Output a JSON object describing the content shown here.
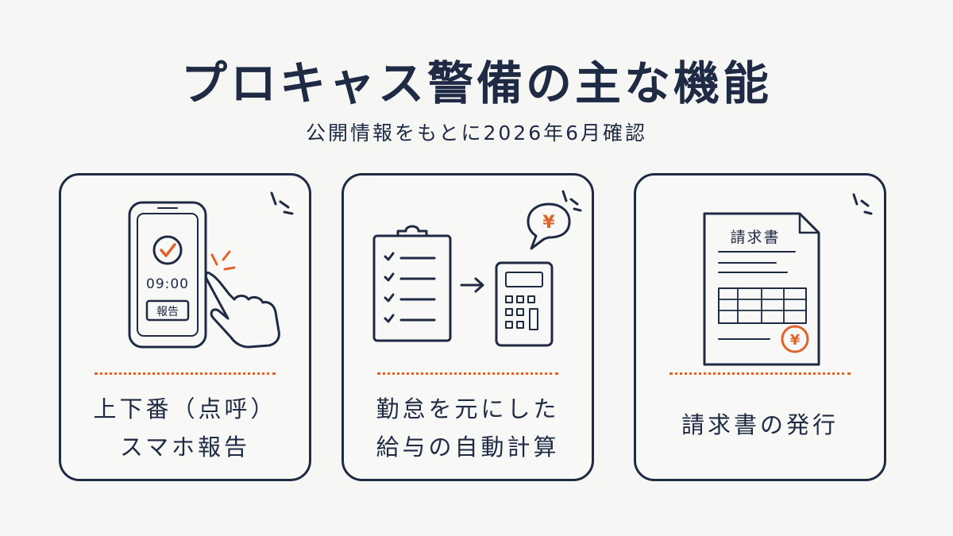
{
  "header": {
    "title": "プロキャス警備の主な機能",
    "subtitle": "公開情報をもとに2026年6月確認"
  },
  "cards": [
    {
      "label_line1": "上下番（点呼）",
      "label_line2": "スマホ報告",
      "phone_time": "09:00",
      "phone_button": "報告"
    },
    {
      "label_line1": "勤怠を元にした",
      "label_line2": "給与の自動計算",
      "currency": "¥"
    },
    {
      "label_line1": "請求書の発行",
      "doc_title": "請求書",
      "currency": "¥"
    }
  ],
  "colors": {
    "ink": "#1f2a44",
    "accent": "#e0632c",
    "background": "#f6f6f4"
  }
}
